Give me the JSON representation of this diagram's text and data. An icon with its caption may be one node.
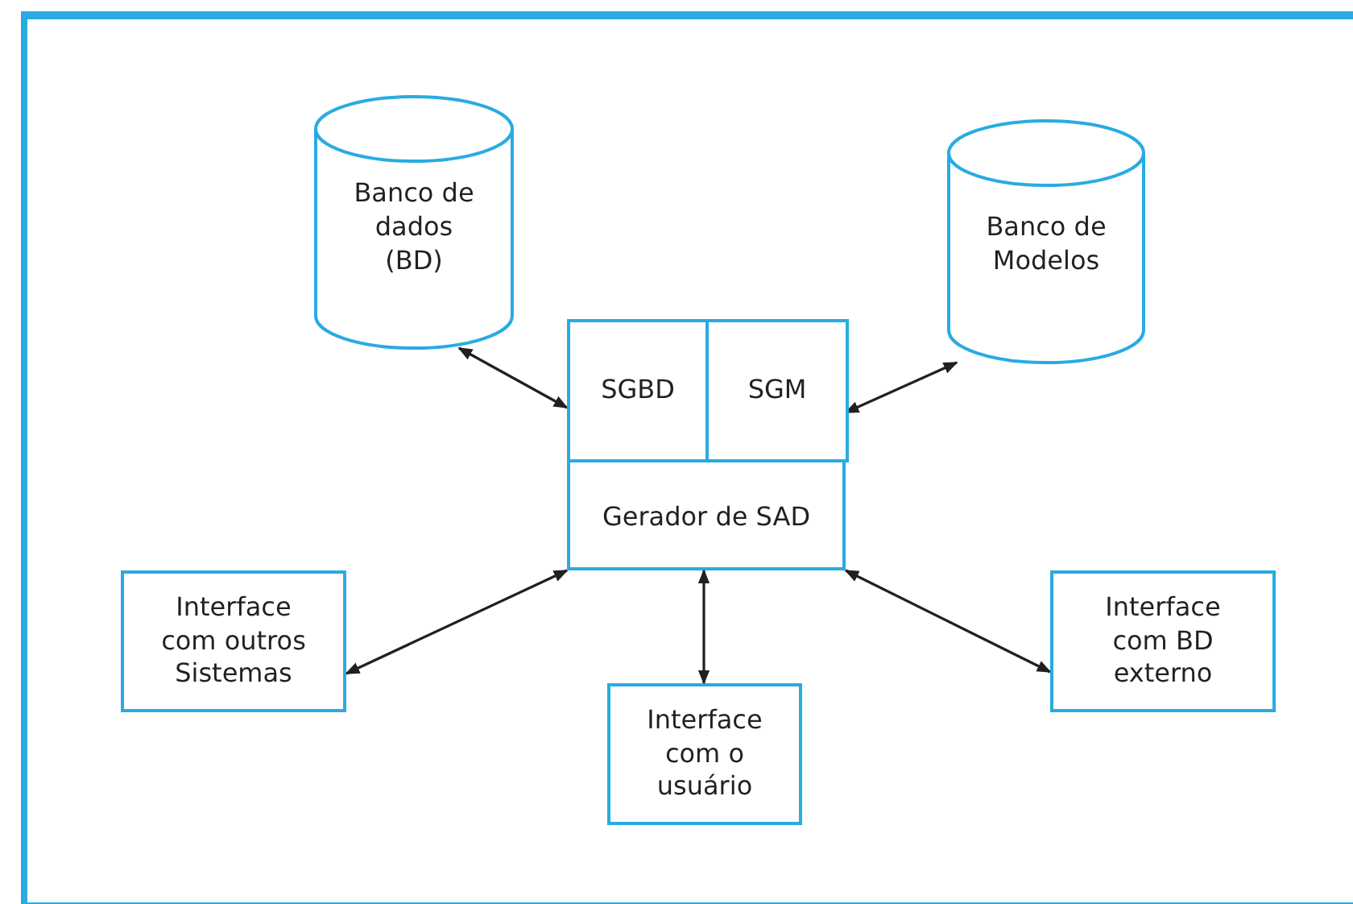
{
  "diagram": {
    "nodes": [
      {
        "text": [
          "Banco de dados (BD)"
        ]
      },
      {
        "text": [
          "Banco de Modelos"
        ]
      },
      {
        "text": [
          "Gerador de SAD"
        ]
      },
      {
        "text": [
          "SGBD"
        ],
        "in": 2
      },
      {
        "text": [
          "SGM"
        ],
        "in": 2
      },
      {
        "text": [
          "Interface com outros Sistemas"
        ]
      },
      {
        "text": [
          "Interface com o usuário"
        ]
      },
      {
        "text": [
          "Interface com BD externo"
        ]
      }
    ],
    "edges": [
      {
        "from": 0,
        "to": 2,
        "arrow": "both"
      },
      {
        "from": 1,
        "to": 2,
        "arrow": "both"
      },
      {
        "from": 5,
        "to": 2,
        "arrow": "both"
      },
      {
        "from": 6,
        "to": 2,
        "arrow": "both"
      },
      {
        "from": 7,
        "to": 2,
        "arrow": "both"
      }
    ]
  }
}
